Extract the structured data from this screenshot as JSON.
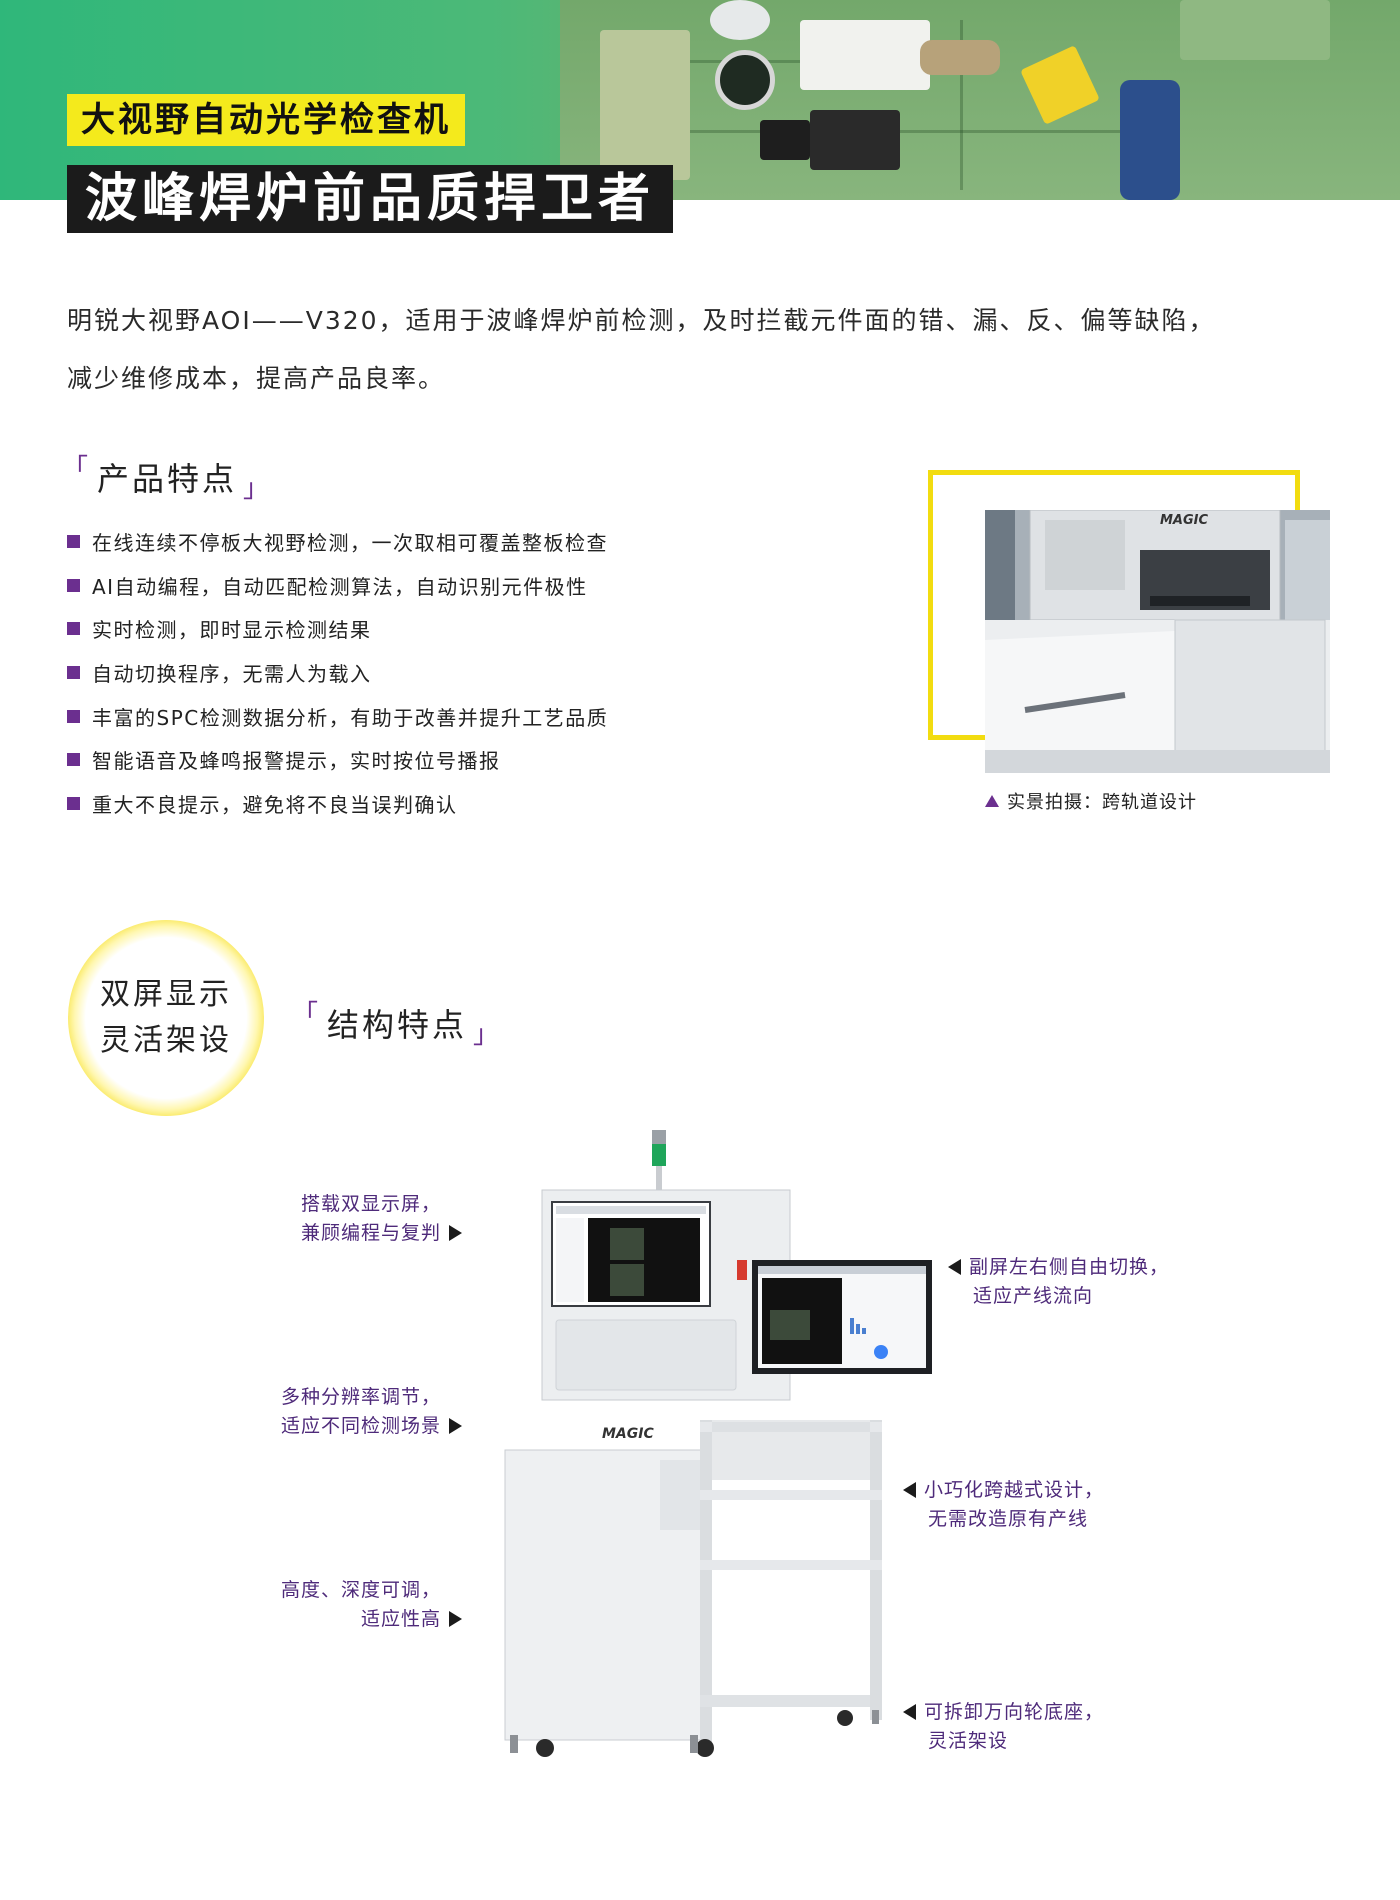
{
  "header": {
    "subtitle": "大视野自动光学检查机",
    "title": "波峰焊炉前品质捍卫者"
  },
  "intro": {
    "line1": "明锐大视野AOI——V320，适用于波峰焊炉前检测，及时拦截元件面的错、漏、反、偏等缺陷，",
    "line2": "减少维修成本，提高产品良率。"
  },
  "product_features": {
    "heading": "产品特点",
    "items": [
      "在线连续不停板大视野检测，一次取相可覆盖整板检查",
      "AI自动编程，自动匹配检测算法，自动识别元件极性",
      "实时检测，即时显示检测结果",
      "自动切换程序，无需人为载入",
      "丰富的SPC检测数据分析，有助于改善并提升工艺品质",
      "智能语音及蜂鸣报警提示，实时按位号播报",
      "重大不良提示，避免将不良当误判确认"
    ]
  },
  "photo": {
    "caption": "实景拍摄：跨轨道设计",
    "brand": "MAGIC"
  },
  "badge": {
    "line1": "双屏显示",
    "line2": "灵活架设"
  },
  "structure_features": {
    "heading": "结构特点",
    "left_callouts": [
      {
        "line1": "搭载双显示屏，",
        "line2": "兼顾编程与复判"
      },
      {
        "line1": "多种分辨率调节，",
        "line2": "适应不同检测场景"
      },
      {
        "line1": "高度、深度可调，",
        "line2": "适应性高"
      }
    ],
    "right_callouts": [
      {
        "line1": "副屏左右侧自由切换，",
        "line2": "适应产线流向"
      },
      {
        "line1": "小巧化跨越式设计，",
        "line2": "无需改造原有产线"
      },
      {
        "line1": "可拆卸万向轮底座，",
        "line2": "灵活架设"
      }
    ]
  },
  "machine": {
    "brand": "MAGIC"
  },
  "colors": {
    "accent_purple": "#6b2f8f",
    "accent_yellow": "#f4ea1c",
    "header_green": "#2fb77a"
  }
}
